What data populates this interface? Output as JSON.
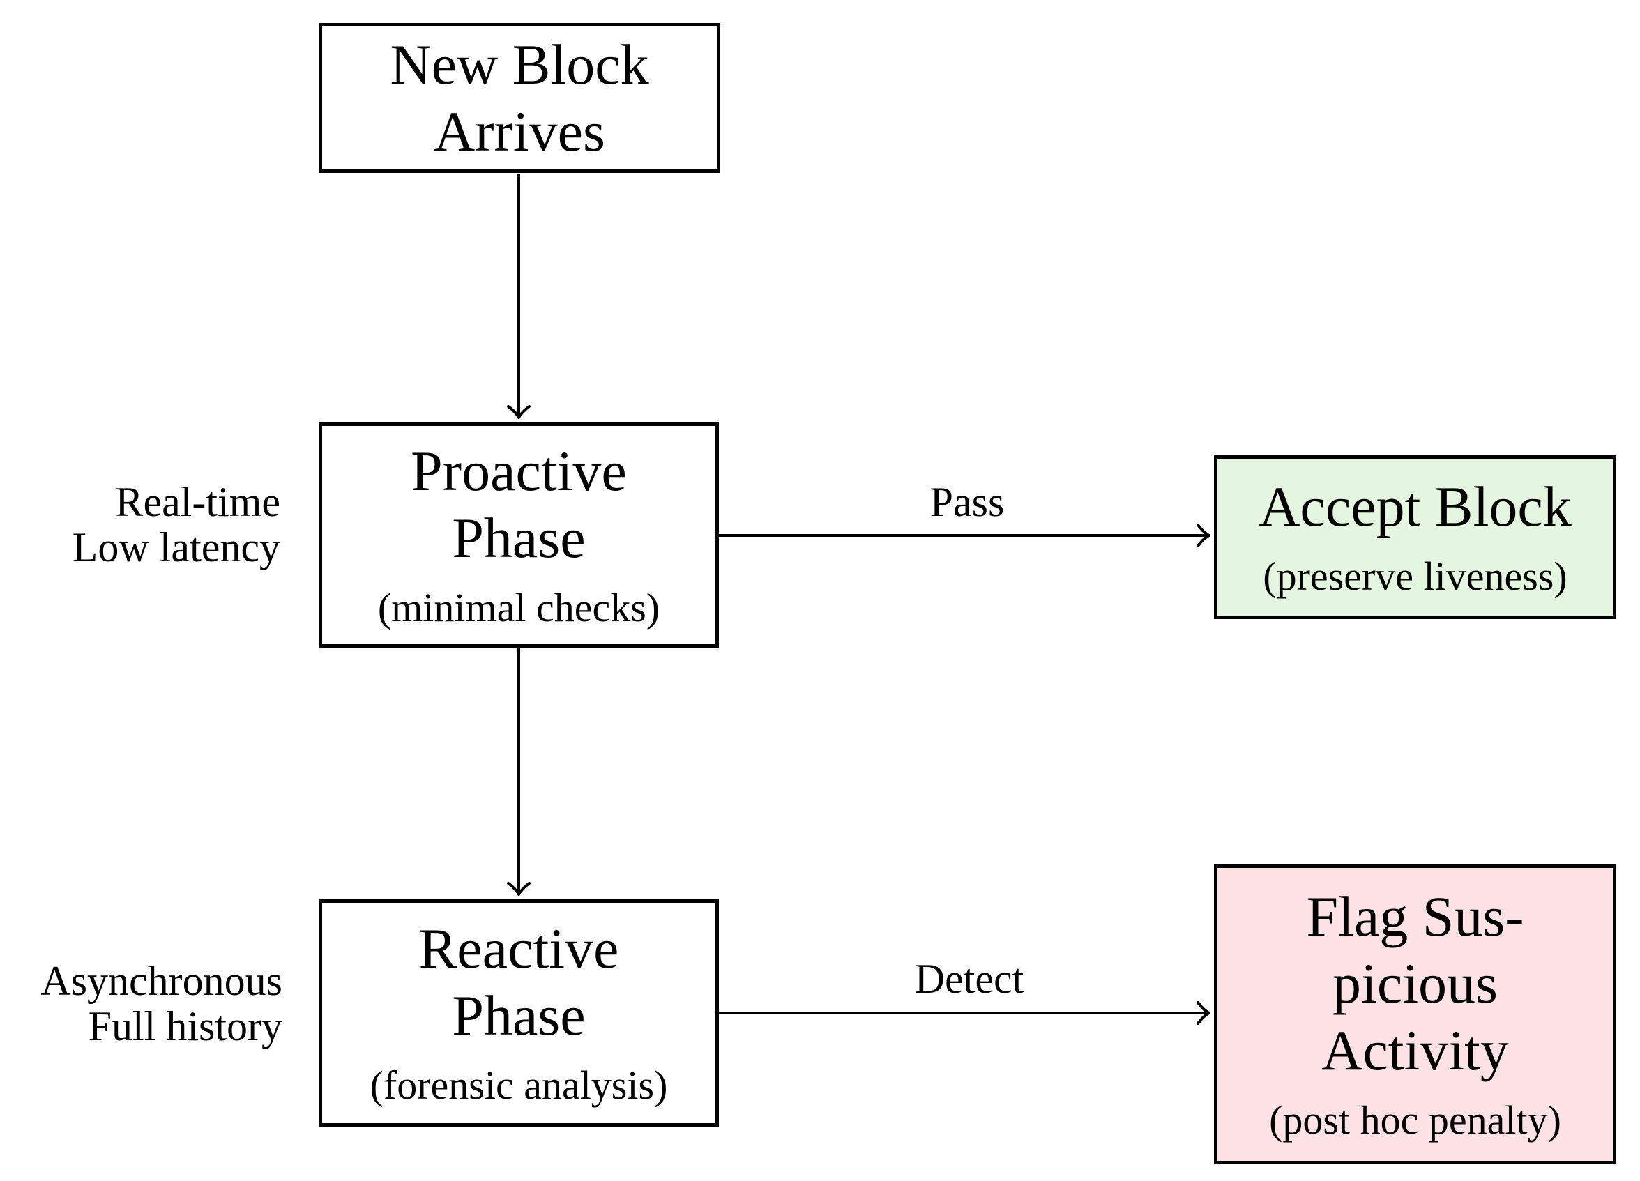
{
  "diagram": {
    "nodes": {
      "new_block": {
        "title_lines": [
          "New Block",
          "Arrives"
        ]
      },
      "proactive": {
        "title_lines": [
          "Proactive",
          "Phase"
        ],
        "subtitle": "(minimal checks)"
      },
      "accept": {
        "title_lines": [
          "Accept Block"
        ],
        "subtitle": "(preserve liveness)"
      },
      "reactive": {
        "title_lines": [
          "Reactive",
          "Phase"
        ],
        "subtitle": "(forensic analysis)"
      },
      "flag": {
        "title_lines": [
          "Flag Sus-",
          "picious",
          "Activity"
        ],
        "subtitle": "(post hoc penalty)"
      }
    },
    "edge_labels": {
      "pass": "Pass",
      "detect": "Detect"
    },
    "side_labels": {
      "proactive": {
        "line1": "Real-time",
        "line2": "Low latency"
      },
      "reactive": {
        "line1": "Asynchronous",
        "line2": "Full history"
      }
    },
    "colors": {
      "accept_fill": "#e4f6e0",
      "flag_fill": "#fce2e4",
      "line": "#000000",
      "box_fill": "#ffffff",
      "background": "#ffffff"
    }
  }
}
